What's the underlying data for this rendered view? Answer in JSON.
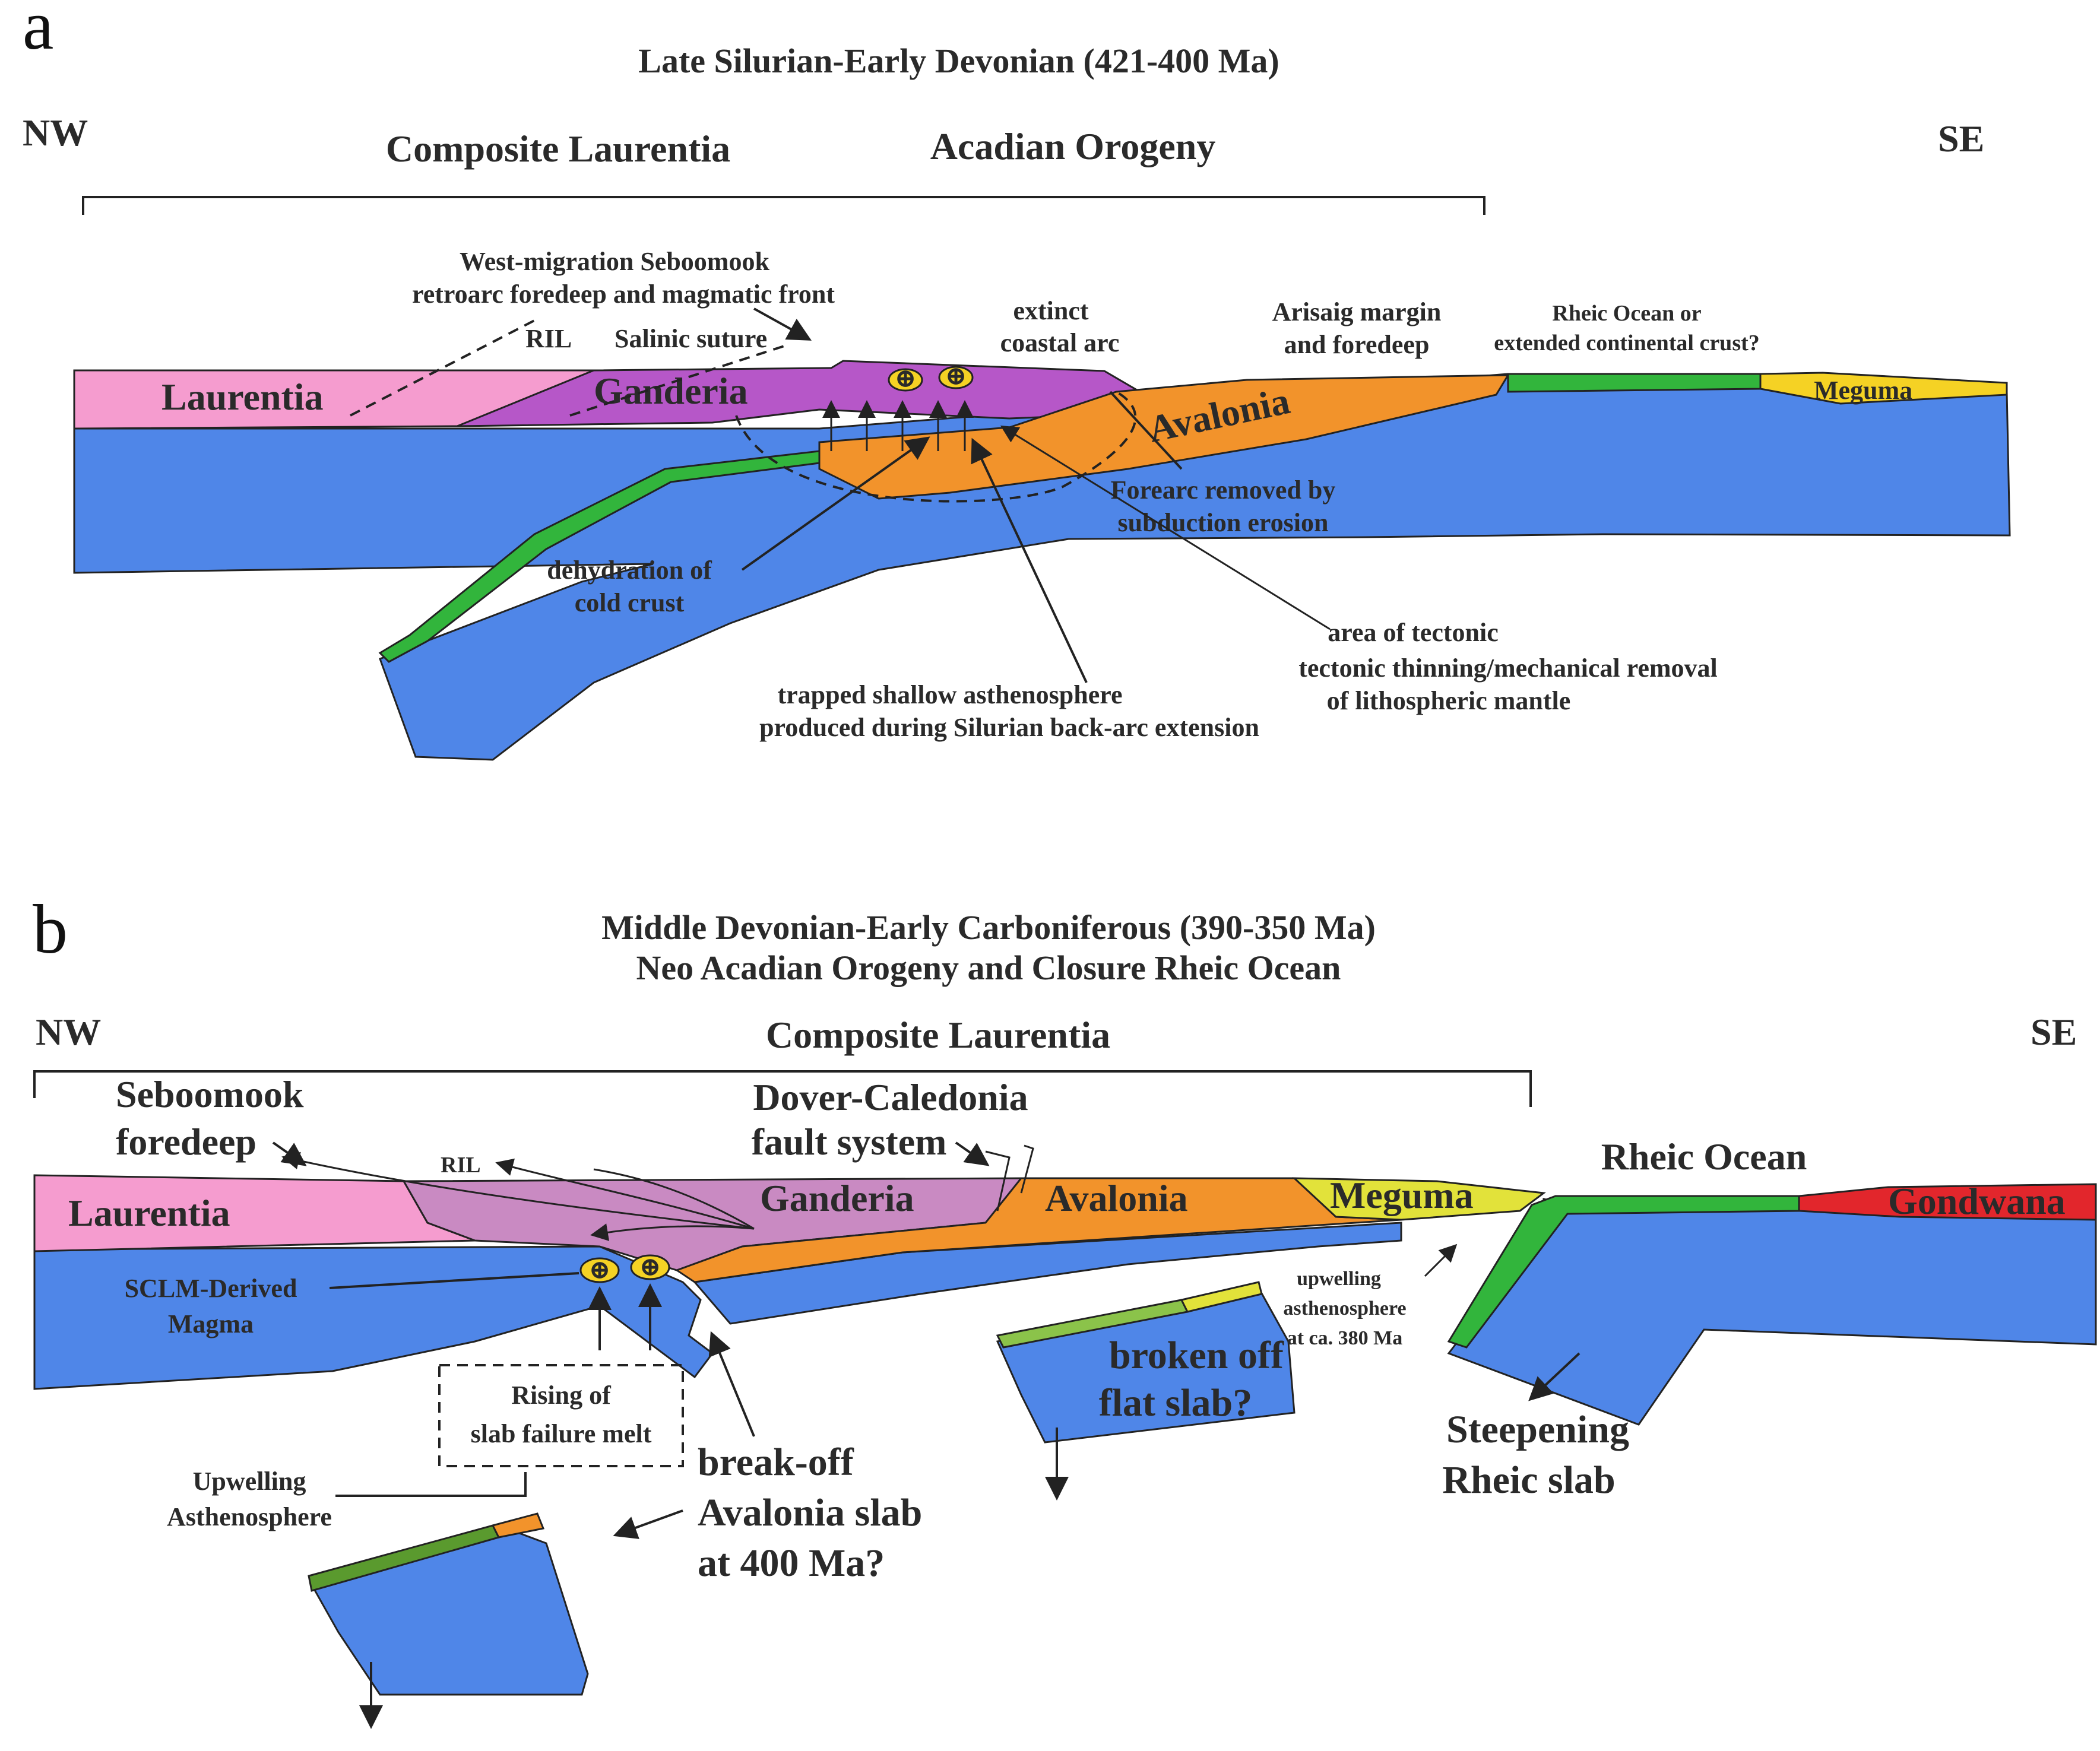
{
  "colors": {
    "mantle": "#4f86e8",
    "laurentia": "#f59ccf",
    "ganderia_a": "#b657c8",
    "ganderia_b": "#c98ac2",
    "avalonia": "#f2932b",
    "meguma": "#f5d224",
    "meguma_b": "#e2e23a",
    "oceanic": "#32b53c",
    "gondwana": "#e2262c",
    "slab_green_dark": "#5a9a2e",
    "slab_green_light": "#8bc34a"
  },
  "panel_a": {
    "letter": "a",
    "title": "Late Silurian-Early Devonian (421-400 Ma)",
    "nw": "NW",
    "se": "SE",
    "composite_laurentia": "Composite Laurentia",
    "acadian_orogeny": "Acadian Orogeny",
    "plates": {
      "laurentia": "Laurentia",
      "ganderia": "Ganderia",
      "avalonia": "Avalonia",
      "meguma": "Meguma"
    },
    "labels": {
      "west_migration_1": "West-migration Seboomook",
      "west_migration_2": "retroarc foredeep and magmatic front",
      "ril": "RIL",
      "salinic": "Salinic suture",
      "extinct_1": "extinct",
      "extinct_2": "coastal arc",
      "arisaig_1": "Arisaig margin",
      "arisaig_2": "and foredeep",
      "rheic_1": "Rheic Ocean or",
      "rheic_2": "extended continental crust?",
      "forearc_1": "Forearc removed by",
      "forearc_2": "subduction erosion",
      "dehydration_1": "dehydration of",
      "dehydration_2": "cold crust",
      "tectonic_1": "area of tectonic",
      "tectonic_2": "tectonic thinning/mechanical removal",
      "tectonic_3": "of lithospheric mantle",
      "trapped_1": "trapped shallow asthenosphere",
      "trapped_2": "produced during Silurian back-arc extension"
    }
  },
  "panel_b": {
    "letter": "b",
    "title_1": "Middle Devonian-Early Carboniferous (390-350 Ma)",
    "title_2": "Neo Acadian Orogeny and Closure Rheic Ocean",
    "nw": "NW",
    "se": "SE",
    "composite_laurentia": "Composite Laurentia",
    "plates": {
      "laurentia": "Laurentia",
      "ganderia": "Ganderia",
      "avalonia": "Avalonia",
      "meguma": "Meguma",
      "gondwana": "Gondwana"
    },
    "labels": {
      "seboomook_1": "Seboomook",
      "seboomook_2": "foredeep",
      "ril": "RIL",
      "dover_1": "Dover-Caledonia",
      "dover_2": "fault system",
      "rheic_ocean": "Rheic Ocean",
      "sclm_1": "SCLM-Derived",
      "sclm_2": "Magma",
      "rising_1": "Rising of",
      "rising_2": "slab failure melt",
      "upwelling_1": "Upwelling",
      "upwelling_2": "Asthenosphere",
      "breakoff_1": "break-off",
      "breakoff_2": "Avalonia slab",
      "breakoff_3": "at 400 Ma?",
      "broken_1": "broken off",
      "broken_2": "flat slab?",
      "upw380_1": "upwelling",
      "upw380_2": "asthenosphere",
      "upw380_3": "at ca. 380 Ma",
      "steep_1": "Steepening",
      "steep_2": "Rheic slab"
    }
  }
}
